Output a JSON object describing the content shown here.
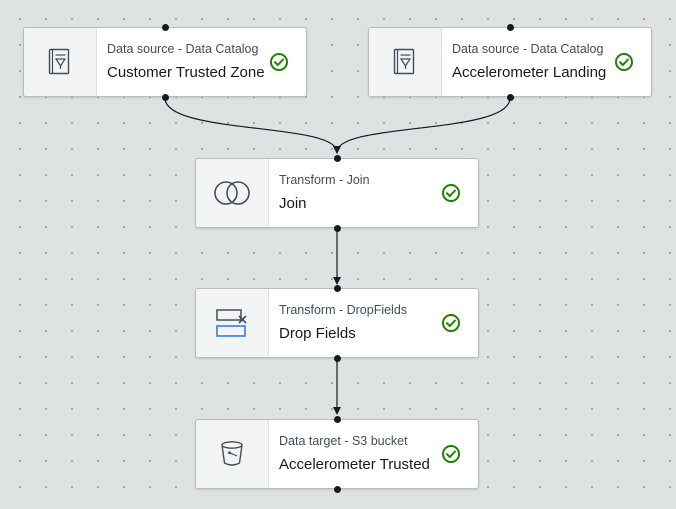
{
  "canvas": {
    "background": "#dfe2e2",
    "edge_color": "#16191f",
    "status_color": "#1d8102"
  },
  "nodes": [
    {
      "id": "customer-trusted-zone",
      "type_label": "Data source - Data Catalog",
      "name": "Customer Trusted Zone",
      "icon": "data-catalog-icon",
      "status": "success"
    },
    {
      "id": "accelerometer-landing",
      "type_label": "Data source - Data Catalog",
      "name": "Accelerometer Landing",
      "icon": "data-catalog-icon",
      "status": "success"
    },
    {
      "id": "join",
      "type_label": "Transform - Join",
      "name": "Join",
      "icon": "join-icon",
      "status": "success"
    },
    {
      "id": "drop-fields",
      "type_label": "Transform - DropFields",
      "name": "Drop Fields",
      "icon": "drop-fields-icon",
      "status": "success"
    },
    {
      "id": "accelerometer-trusted",
      "type_label": "Data target - S3 bucket",
      "name": "Accelerometer Trusted",
      "icon": "s3-bucket-icon",
      "status": "success"
    }
  ]
}
